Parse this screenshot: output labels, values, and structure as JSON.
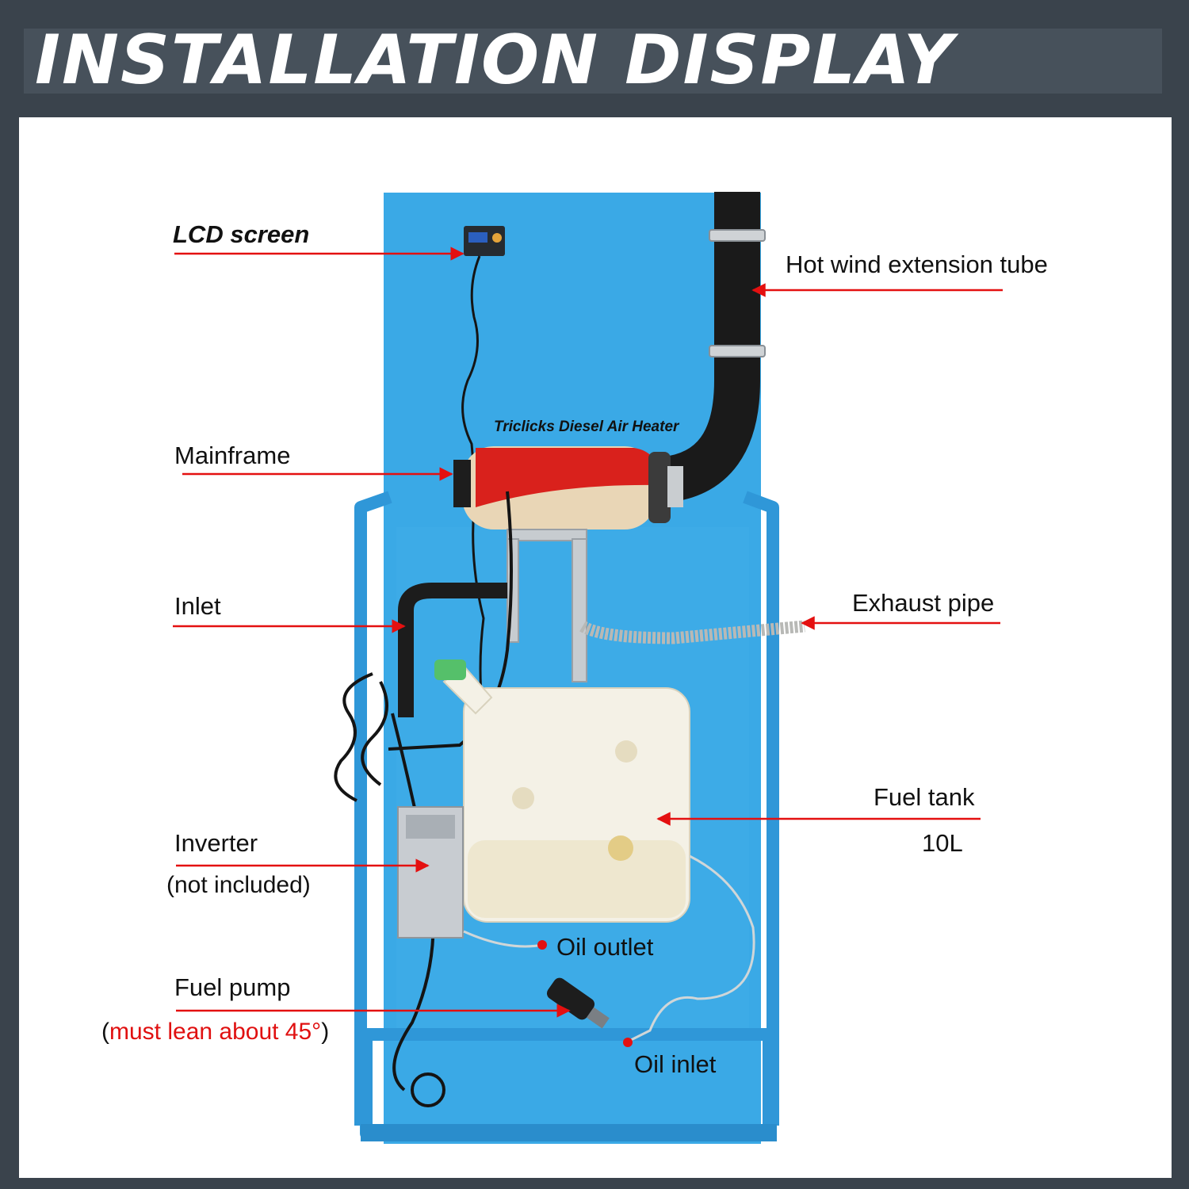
{
  "header": {
    "title": "INSTALLATION DISPLAY"
  },
  "diagram": {
    "brand_label": "Triclicks Diesel Air Heater",
    "labels": {
      "lcd_screen": "LCD screen",
      "mainframe": "Mainframe",
      "inlet": "Inlet",
      "inverter": "Inverter",
      "inverter_note": "(not included)",
      "fuel_pump": "Fuel pump",
      "fuel_pump_note_open": "(",
      "fuel_pump_note_warn": "must lean about 45°",
      "fuel_pump_note_close": ")",
      "hot_wind_tube": "Hot wind extension tube",
      "exhaust_pipe": "Exhaust pipe",
      "fuel_tank": "Fuel tank",
      "fuel_tank_capacity": "10L",
      "oil_outlet": "Oil outlet",
      "oil_inlet": "Oil inlet"
    },
    "colors": {
      "board": "#3aa9e6",
      "frame": "#2f97d8",
      "pointer": "#e41010",
      "heater_red": "#d9211c",
      "heater_body": "#e9d6b6",
      "tank": "#f4f1e6"
    }
  }
}
